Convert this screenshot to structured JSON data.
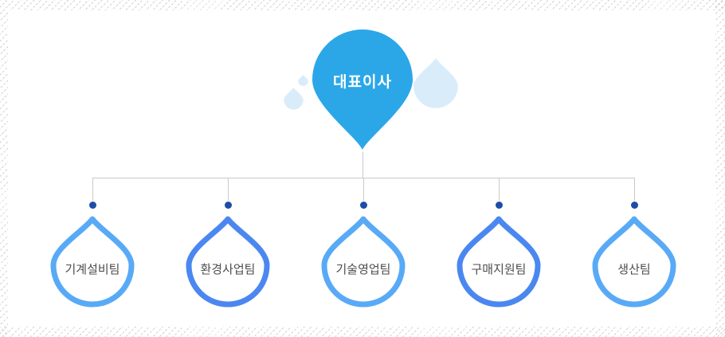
{
  "org_chart": {
    "root": {
      "label": "대표이사"
    },
    "teams": [
      {
        "label": "기계설비팀",
        "accent": "light"
      },
      {
        "label": "환경사업팀",
        "accent": "dark"
      },
      {
        "label": "기술영업팀",
        "accent": "light"
      },
      {
        "label": "구매지원팀",
        "accent": "dark"
      },
      {
        "label": "생산팀",
        "accent": "light"
      }
    ]
  },
  "icons": {
    "root": "water-drop-filled-icon",
    "team": "water-drop-outline-icon",
    "decoration": "water-drop-icon"
  },
  "colors": {
    "root_fill": "#2ba7e8",
    "root_text": "#ffffff",
    "team_stroke_light": "#58aaf6",
    "team_stroke_dark": "#4b87f0",
    "label_text": "#4d4d4d",
    "connector": "#c9c9c9",
    "node_dot": "#1e4da5",
    "deco_fill": "#d9ecfa",
    "hatch": "#d4d4d4"
  }
}
